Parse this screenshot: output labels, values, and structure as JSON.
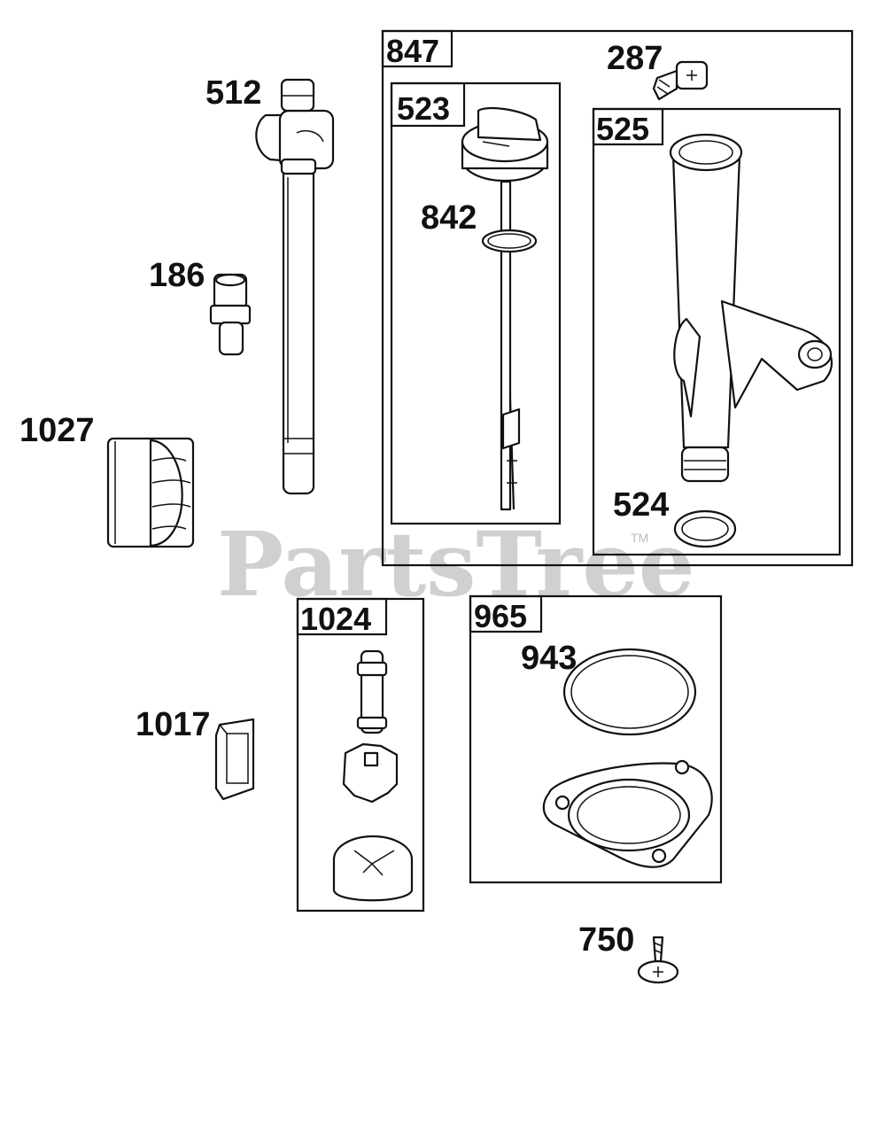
{
  "watermark": {
    "text": "PartsTree",
    "trademark": "TM"
  },
  "groups": [
    {
      "id": "847",
      "label": "847"
    },
    {
      "id": "523",
      "label": "523"
    },
    {
      "id": "525",
      "label": "525"
    },
    {
      "id": "1024",
      "label": "1024"
    },
    {
      "id": "965",
      "label": "965"
    }
  ],
  "callouts": {
    "p512": "512",
    "p186": "186",
    "p1027": "1027",
    "p1017": "1017",
    "p287": "287",
    "p842": "842",
    "p524": "524",
    "p943": "943",
    "p750": "750"
  }
}
